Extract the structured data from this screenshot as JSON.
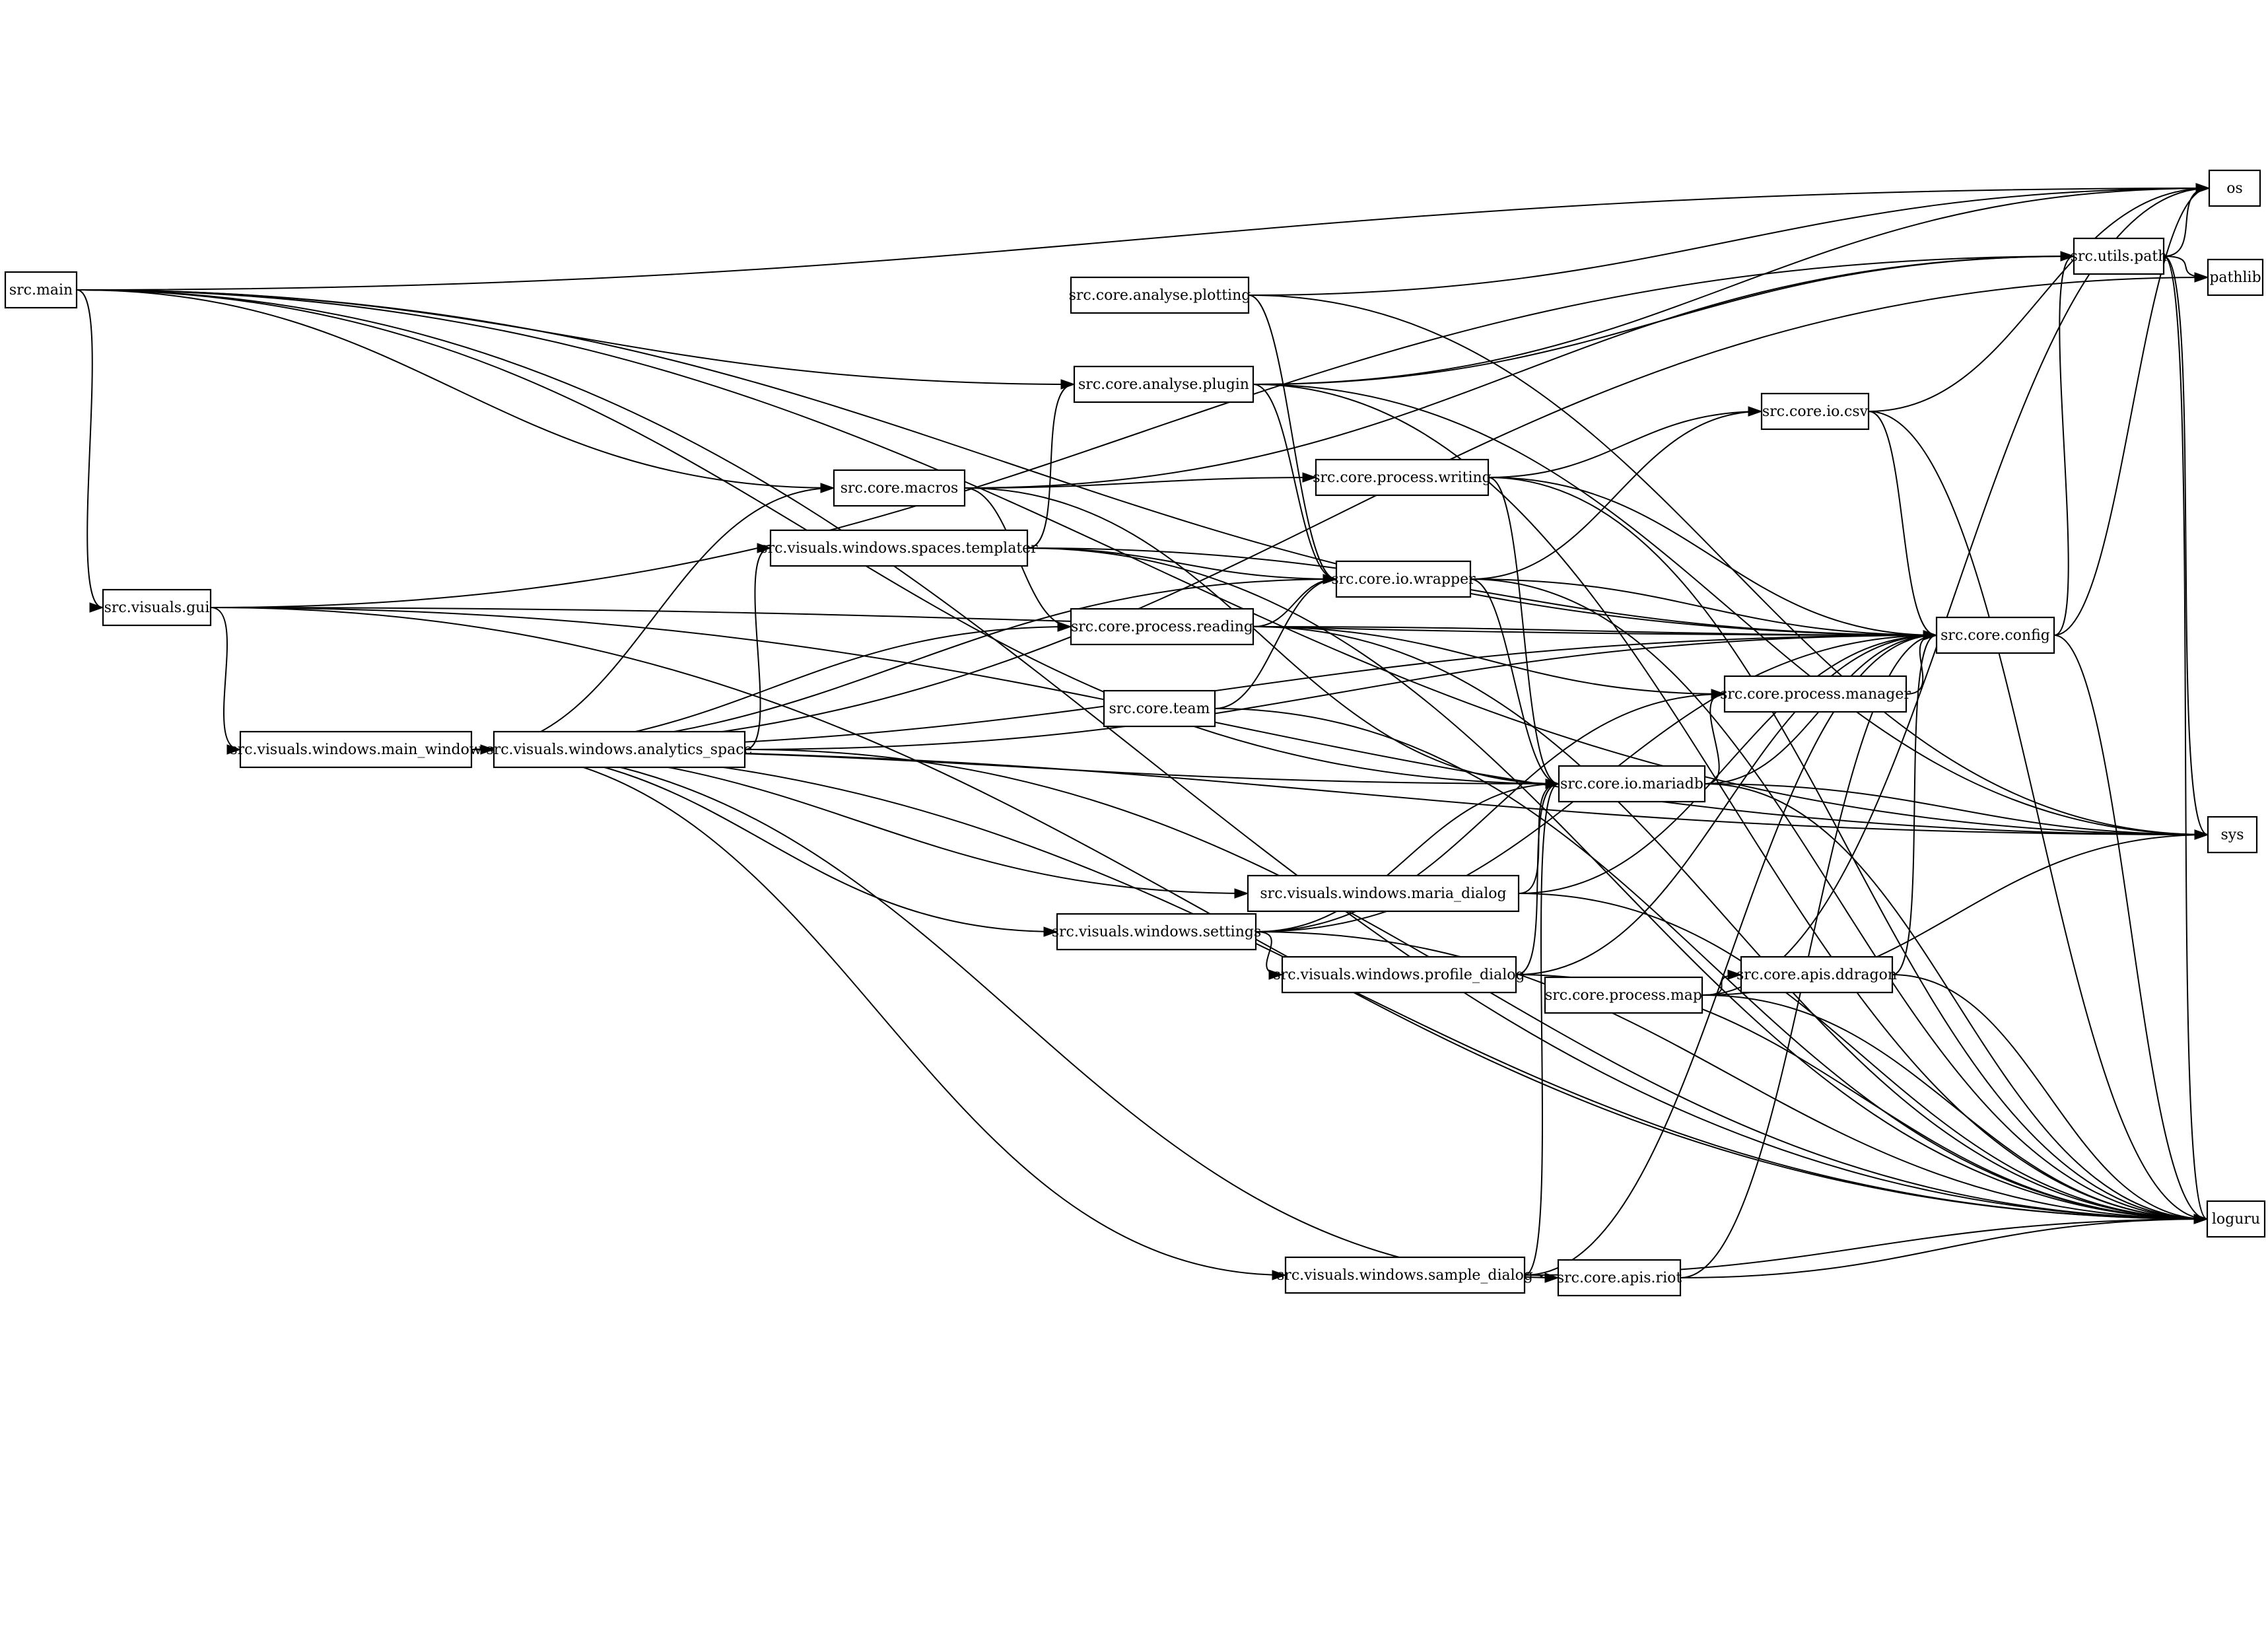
{
  "diagram": {
    "type": "dependency-graph",
    "nodes": [
      {
        "id": "main",
        "label": "src.main"
      },
      {
        "id": "gui",
        "label": "src.visuals.gui"
      },
      {
        "id": "main_window",
        "label": "src.visuals.windows.main_window"
      },
      {
        "id": "analytics_space",
        "label": "src.visuals.windows.analytics_space"
      },
      {
        "id": "macros",
        "label": "src.core.macros"
      },
      {
        "id": "templater",
        "label": "src.visuals.windows.spaces.templater"
      },
      {
        "id": "plotting",
        "label": "src.core.analyse.plotting"
      },
      {
        "id": "plugin",
        "label": "src.core.analyse.plugin"
      },
      {
        "id": "reading",
        "label": "src.core.process.reading"
      },
      {
        "id": "team",
        "label": "src.core.team"
      },
      {
        "id": "settings",
        "label": "src.visuals.windows.settings"
      },
      {
        "id": "writing",
        "label": "src.core.process.writing"
      },
      {
        "id": "wrapper",
        "label": "src.core.io.wrapper"
      },
      {
        "id": "maria_dialog",
        "label": "src.visuals.windows.maria_dialog"
      },
      {
        "id": "profile_dialog",
        "label": "src.visuals.windows.profile_dialog"
      },
      {
        "id": "sample_dialog",
        "label": "src.visuals.windows.sample_dialog"
      },
      {
        "id": "mariadb",
        "label": "src.core.io.mariadb"
      },
      {
        "id": "process_map",
        "label": "src.core.process.map"
      },
      {
        "id": "riot",
        "label": "src.core.apis.riot"
      },
      {
        "id": "csv",
        "label": "src.core.io.csv"
      },
      {
        "id": "manager",
        "label": "src.core.process.manager"
      },
      {
        "id": "ddragon",
        "label": "src.core.apis.ddragon"
      },
      {
        "id": "config",
        "label": "src.core.config"
      },
      {
        "id": "utils_path",
        "label": "src.utils.path"
      },
      {
        "id": "os",
        "label": "os"
      },
      {
        "id": "pathlib",
        "label": "pathlib"
      },
      {
        "id": "sys",
        "label": "sys"
      },
      {
        "id": "loguru",
        "label": "loguru"
      }
    ],
    "edges": [
      [
        "main",
        "os"
      ],
      [
        "main",
        "config"
      ],
      [
        "main",
        "plugin"
      ],
      [
        "main",
        "macros"
      ],
      [
        "main",
        "gui"
      ],
      [
        "main",
        "mariadb"
      ],
      [
        "main",
        "loguru"
      ],
      [
        "main",
        "sys"
      ],
      [
        "gui",
        "main_window"
      ],
      [
        "gui",
        "utils_path"
      ],
      [
        "gui",
        "config"
      ],
      [
        "gui",
        "loguru"
      ],
      [
        "gui",
        "sys"
      ],
      [
        "main_window",
        "analytics_space"
      ],
      [
        "main_window",
        "macros"
      ],
      [
        "main_window",
        "wrapper"
      ],
      [
        "main_window",
        "reading"
      ],
      [
        "main_window",
        "mariadb"
      ],
      [
        "main_window",
        "maria_dialog"
      ],
      [
        "main_window",
        "settings"
      ],
      [
        "main_window",
        "sample_dialog"
      ],
      [
        "main_window",
        "riot"
      ],
      [
        "main_window",
        "pathlib"
      ],
      [
        "main_window",
        "config"
      ],
      [
        "main_window",
        "sys"
      ],
      [
        "main_window",
        "loguru"
      ],
      [
        "analytics_space",
        "templater"
      ],
      [
        "analytics_space",
        "config"
      ],
      [
        "analytics_space",
        "loguru"
      ],
      [
        "templater",
        "plugin"
      ],
      [
        "templater",
        "wrapper"
      ],
      [
        "templater",
        "config"
      ],
      [
        "templater",
        "loguru"
      ],
      [
        "macros",
        "writing"
      ],
      [
        "macros",
        "reading"
      ],
      [
        "macros",
        "mariadb"
      ],
      [
        "macros",
        "utils_path"
      ],
      [
        "plotting",
        "os"
      ],
      [
        "plotting",
        "wrapper"
      ],
      [
        "plotting",
        "sys"
      ],
      [
        "plugin",
        "os"
      ],
      [
        "plugin",
        "utils_path"
      ],
      [
        "plugin",
        "wrapper"
      ],
      [
        "plugin",
        "sys"
      ],
      [
        "plugin",
        "loguru"
      ],
      [
        "reading",
        "wrapper"
      ],
      [
        "reading",
        "config"
      ],
      [
        "reading",
        "manager"
      ],
      [
        "reading",
        "loguru"
      ],
      [
        "team",
        "wrapper"
      ],
      [
        "team",
        "loguru"
      ],
      [
        "settings",
        "mariadb"
      ],
      [
        "settings",
        "manager"
      ],
      [
        "settings",
        "profile_dialog"
      ],
      [
        "settings",
        "config"
      ],
      [
        "settings",
        "loguru"
      ],
      [
        "writing",
        "csv"
      ],
      [
        "writing",
        "config"
      ],
      [
        "writing",
        "mariadb"
      ],
      [
        "writing",
        "loguru"
      ],
      [
        "wrapper",
        "csv"
      ],
      [
        "wrapper",
        "config"
      ],
      [
        "wrapper",
        "mariadb"
      ],
      [
        "wrapper",
        "loguru"
      ],
      [
        "maria_dialog",
        "mariadb"
      ],
      [
        "maria_dialog",
        "config"
      ],
      [
        "maria_dialog",
        "loguru"
      ],
      [
        "profile_dialog",
        "mariadb"
      ],
      [
        "profile_dialog",
        "config"
      ],
      [
        "profile_dialog",
        "loguru"
      ],
      [
        "sample_dialog",
        "riot"
      ],
      [
        "sample_dialog",
        "mariadb"
      ],
      [
        "sample_dialog",
        "config"
      ],
      [
        "sample_dialog",
        "loguru"
      ],
      [
        "mariadb",
        "manager"
      ],
      [
        "mariadb",
        "config"
      ],
      [
        "mariadb",
        "sys"
      ],
      [
        "mariadb",
        "loguru"
      ],
      [
        "process_map",
        "ddragon"
      ],
      [
        "process_map",
        "os"
      ],
      [
        "process_map",
        "sys"
      ],
      [
        "process_map",
        "loguru"
      ],
      [
        "riot",
        "config"
      ],
      [
        "riot",
        "loguru"
      ],
      [
        "csv",
        "os"
      ],
      [
        "csv",
        "config"
      ],
      [
        "csv",
        "loguru"
      ],
      [
        "manager",
        "config"
      ],
      [
        "ddragon",
        "config"
      ],
      [
        "ddragon",
        "loguru"
      ],
      [
        "config",
        "utils_path"
      ],
      [
        "config",
        "os"
      ],
      [
        "config",
        "loguru"
      ],
      [
        "utils_path",
        "os"
      ],
      [
        "utils_path",
        "pathlib"
      ],
      [
        "utils_path",
        "sys"
      ],
      [
        "utils_path",
        "loguru"
      ]
    ]
  }
}
